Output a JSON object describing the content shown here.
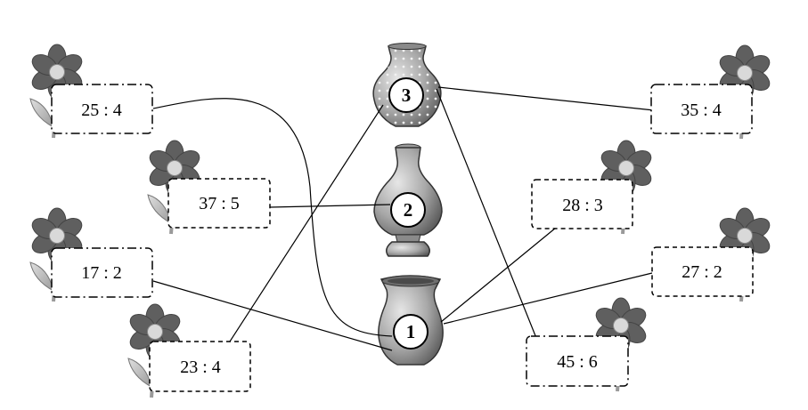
{
  "vases": [
    {
      "id": "vase-3",
      "label": "3",
      "pattern": "dotted"
    },
    {
      "id": "vase-2",
      "label": "2",
      "pattern": "plain"
    },
    {
      "id": "vase-1",
      "label": "1",
      "pattern": "plain"
    }
  ],
  "cards": [
    {
      "id": "card-25-4",
      "expression": "25 : 4",
      "vase": "1"
    },
    {
      "id": "card-37-5",
      "expression": "37 : 5",
      "vase": "2"
    },
    {
      "id": "card-17-2",
      "expression": "17 : 2",
      "vase": "1"
    },
    {
      "id": "card-23-4",
      "expression": "23 : 4",
      "vase": "3"
    },
    {
      "id": "card-35-4",
      "expression": "35 : 4",
      "vase": "3"
    },
    {
      "id": "card-28-3",
      "expression": "28 : 3",
      "vase": "1"
    },
    {
      "id": "card-27-2",
      "expression": "27 : 2",
      "vase": "1"
    },
    {
      "id": "card-45-6",
      "expression": "45 : 6",
      "vase": "3"
    }
  ],
  "icons": {
    "flower": "flower-icon",
    "vase": "vase-icon"
  },
  "colors": {
    "petal": "#5f5f5f",
    "center": "#d9d9d9",
    "leaf": "#bdbdbd",
    "vase": "#a3a3a3",
    "line": "#000000"
  }
}
